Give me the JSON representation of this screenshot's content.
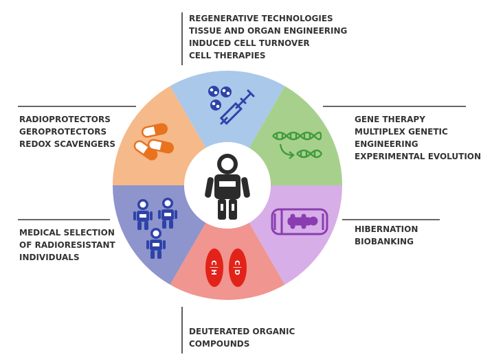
{
  "top_labels": [
    "REGENERATIVE TECHNOLOGIES",
    "TISSUE AND ORGAN ENGINEERING",
    "INDUCED CELL TURNOVER",
    "CELL THERAPIES"
  ],
  "upper_right_labels": [
    "GENE THERAPY",
    "MULTIPLEX GENETIC",
    "ENGINEERING",
    "EXPERIMENTAL EVOLUTION"
  ],
  "lower_right_labels": [
    "HIBERNATION",
    "BIOBANKING"
  ],
  "bottom_labels": [
    "DEUTERATED ORGANIC",
    "COMPOUNDS"
  ],
  "lower_left_labels": [
    "MEDICAL SELECTION",
    "OF RADIORESISTANT",
    "INDIVIDUALS"
  ],
  "upper_left_labels": [
    "RADIOPROTECTORS",
    "GEROPROTECTORS",
    "REDOX SCAVENGERS"
  ],
  "pills": [
    "C│H",
    "C│D"
  ],
  "colors": {
    "segment_top": "#a9c8ea",
    "segment_upper_right": "#a8d08d",
    "segment_lower_right": "#d7aee8",
    "segment_bottom": "#f0958f",
    "segment_lower_left": "#8e94cc",
    "segment_upper_left": "#f5b98a",
    "icon_blue": "#2e43a8",
    "icon_green": "#3f9b3d",
    "icon_purple": "#8a3db0",
    "icon_red": "#e2231a",
    "icon_orange": "#e8721e",
    "astronaut": "#2b2b2b",
    "text": "#333333"
  }
}
